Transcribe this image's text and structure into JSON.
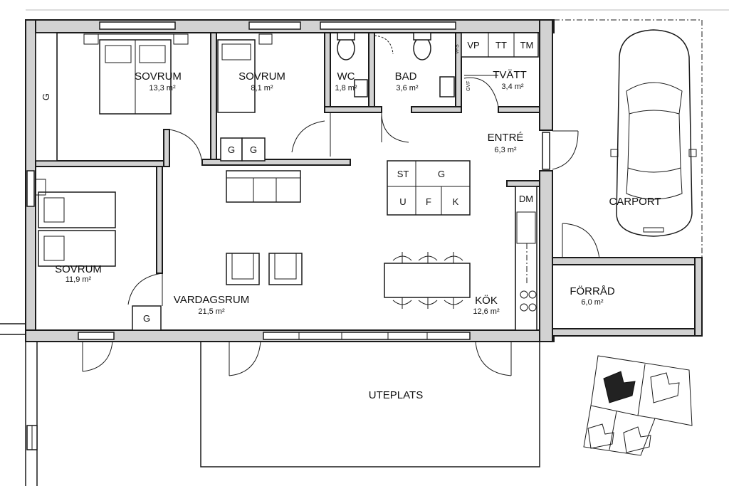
{
  "rooms": {
    "sovrum1": {
      "name": "SOVRUM",
      "area": "13,3 m²"
    },
    "sovrum2": {
      "name": "SOVRUM",
      "area": "8,1 m²"
    },
    "wc": {
      "name": "WC",
      "area": "1,8 m²"
    },
    "bad": {
      "name": "BAD",
      "area": "3,6 m²"
    },
    "tvatt": {
      "name": "TVÄTT",
      "area": "3,4 m²"
    },
    "entre": {
      "name": "ENTRÉ",
      "area": "6,3 m²"
    },
    "sovrum3": {
      "name": "SOVRUM",
      "area": "11,9 m²"
    },
    "vardagsrum": {
      "name": "VARDAGSRUM",
      "area": "21,5 m²"
    },
    "kok": {
      "name": "KÖK",
      "area": "12,6 m²"
    },
    "forrad": {
      "name": "FÖRRÅD",
      "area": "6,0 m²"
    },
    "carport": {
      "name": "CARPORT"
    },
    "uteplats": {
      "name": "UTEPLATS"
    }
  },
  "fixtures": {
    "g": "G",
    "st": "ST",
    "u": "U",
    "f": "F",
    "k": "K",
    "vp": "VP",
    "tt": "TT",
    "tm": "TM",
    "dm": "DM",
    "vfs": "VFS",
    "gvf": "GVF"
  }
}
